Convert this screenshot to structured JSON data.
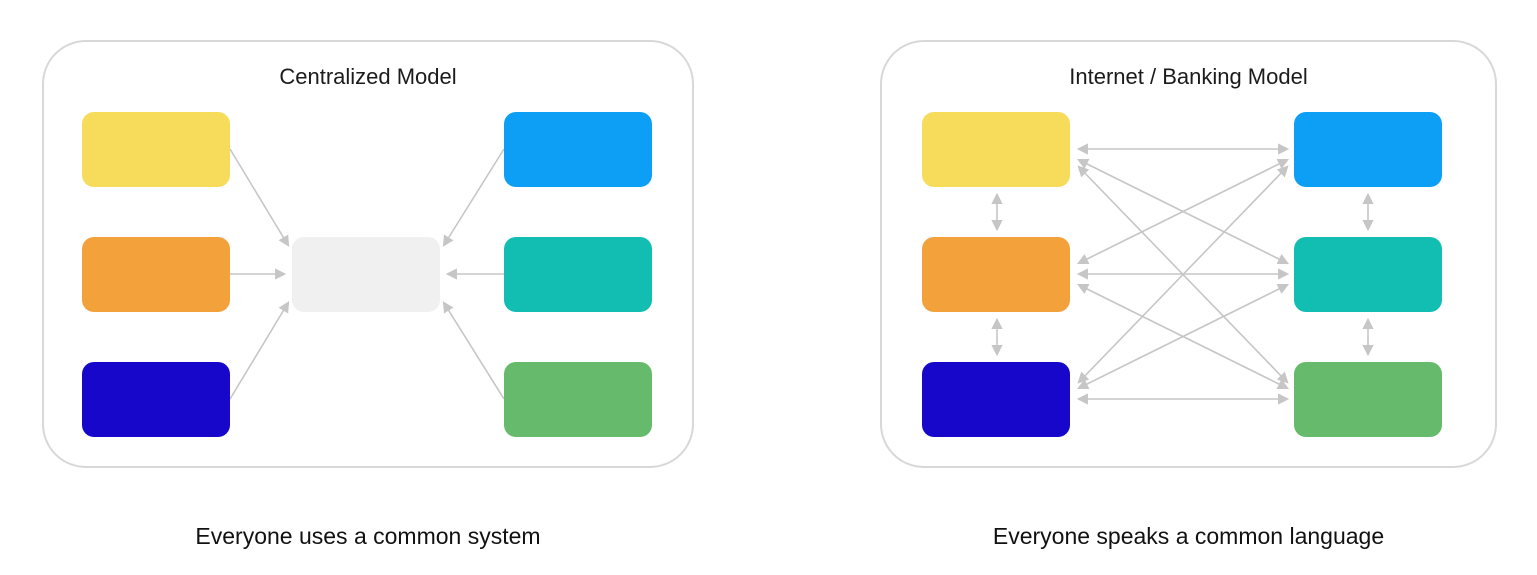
{
  "panels": [
    {
      "title": "Centralized Model",
      "caption": "Everyone uses a common system"
    },
    {
      "title": "Internet / Banking Model",
      "caption": "Everyone speaks a common language"
    }
  ],
  "node_colors": {
    "yellow": "#f6dc5a",
    "orange": "#f2a13b",
    "navy": "#1707ca",
    "blue": "#0d9ef5",
    "teal": "#12bdb2",
    "green": "#66ba6b",
    "hub": "#f0f0f0"
  },
  "line_colors": {
    "arrow": "#c6c6c6",
    "panel_border": "#d8d8d8"
  }
}
